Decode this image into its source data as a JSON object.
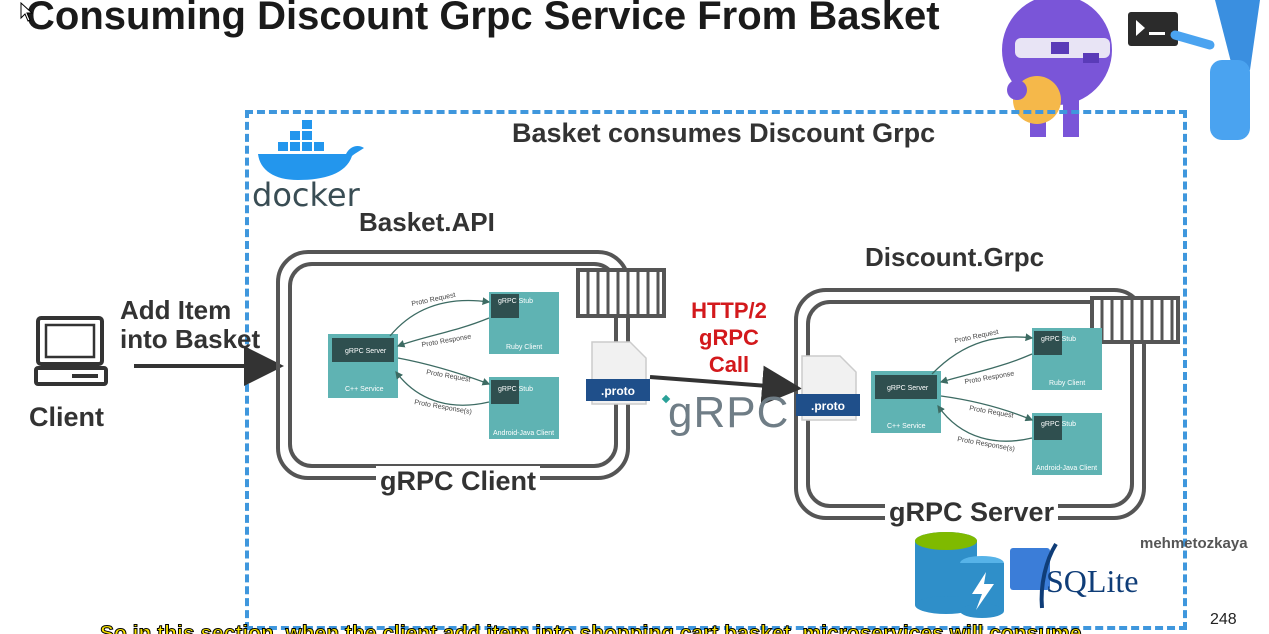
{
  "slide": {
    "title": "Consuming Discount Grpc Service From Basket",
    "page_number": "248",
    "author": "mehmetozkaya",
    "subtitle": "So in this section, when the client add item into shopping cart basket, microservices will consume"
  },
  "diagram": {
    "container_heading": "Basket consumes Discount Grpc",
    "docker_label": "docker",
    "client_label": "Client",
    "action_label_line1": "Add Item",
    "action_label_line2": "into Basket",
    "basket_service": "Basket.API",
    "discount_service": "Discount.Grpc",
    "grpc_client_label": "gRPC Client",
    "grpc_server_label": "gRPC Server",
    "call_label_line1": "HTTP/2",
    "call_label_line2": "gRPC",
    "call_label_line3": "Call",
    "grpc_logo": "gRPC",
    "proto_file": ".proto",
    "sqlite_label": "SQLite",
    "inner": {
      "grpc_server": "gRPC Server",
      "cpp_service": "C++ Service",
      "grpc_stub": "gRPC Stub",
      "ruby_client": "Ruby Client",
      "android_client": "Android-Java Client",
      "proto_request": "Proto Request",
      "proto_response": "Proto Response",
      "proto_responses": "Proto Response(s)"
    }
  },
  "colors": {
    "docker_border": "#3f97dd",
    "http_call": "#d3191c",
    "teal_box": "#5fb3b3",
    "proto_badge": "#1f4f8a"
  }
}
